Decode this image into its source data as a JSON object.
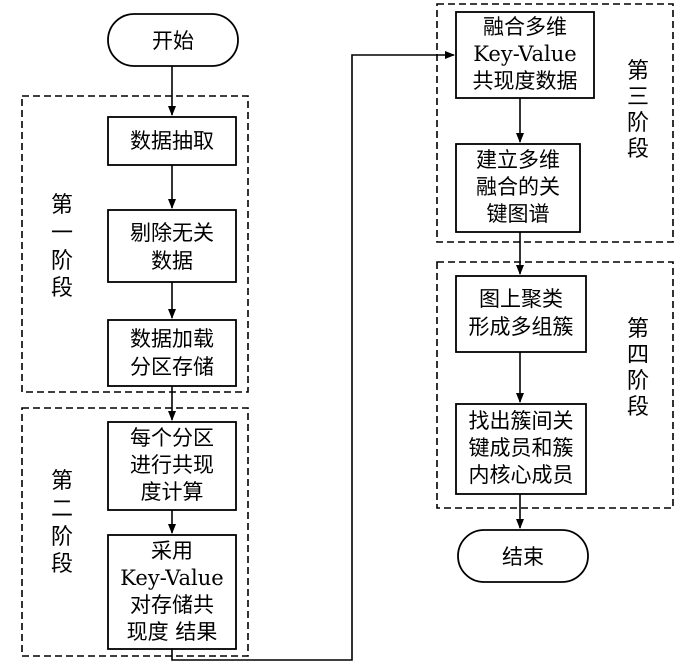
{
  "diagram": {
    "nodes": {
      "start": [
        "开始"
      ],
      "extract": [
        "数据抽取"
      ],
      "remove": [
        "剔除无关",
        "数据"
      ],
      "load": [
        "数据加载",
        "分区存储"
      ],
      "compute": [
        "每个分区",
        "进行共现",
        "度计算"
      ],
      "store": [
        "采用",
        "Key-Value",
        "对存储共",
        "现度 结果"
      ],
      "merge": [
        "融合多维",
        "Key-Value",
        "共现度数据"
      ],
      "build": [
        "建立多维",
        "融合的关",
        "键图谱"
      ],
      "cluster": [
        "图上聚类",
        "形成多组簇"
      ],
      "find": [
        "找出簇间关",
        "键成员和簇",
        "内核心成员"
      ],
      "end": [
        "结束"
      ]
    },
    "stages": {
      "stage1": [
        "第",
        "一",
        "阶",
        "段"
      ],
      "stage2": [
        "第",
        "二",
        "阶",
        "段"
      ],
      "stage3": [
        "第",
        "三",
        "阶",
        "段"
      ],
      "stage4": [
        "第",
        "四",
        "阶",
        "段"
      ]
    }
  }
}
